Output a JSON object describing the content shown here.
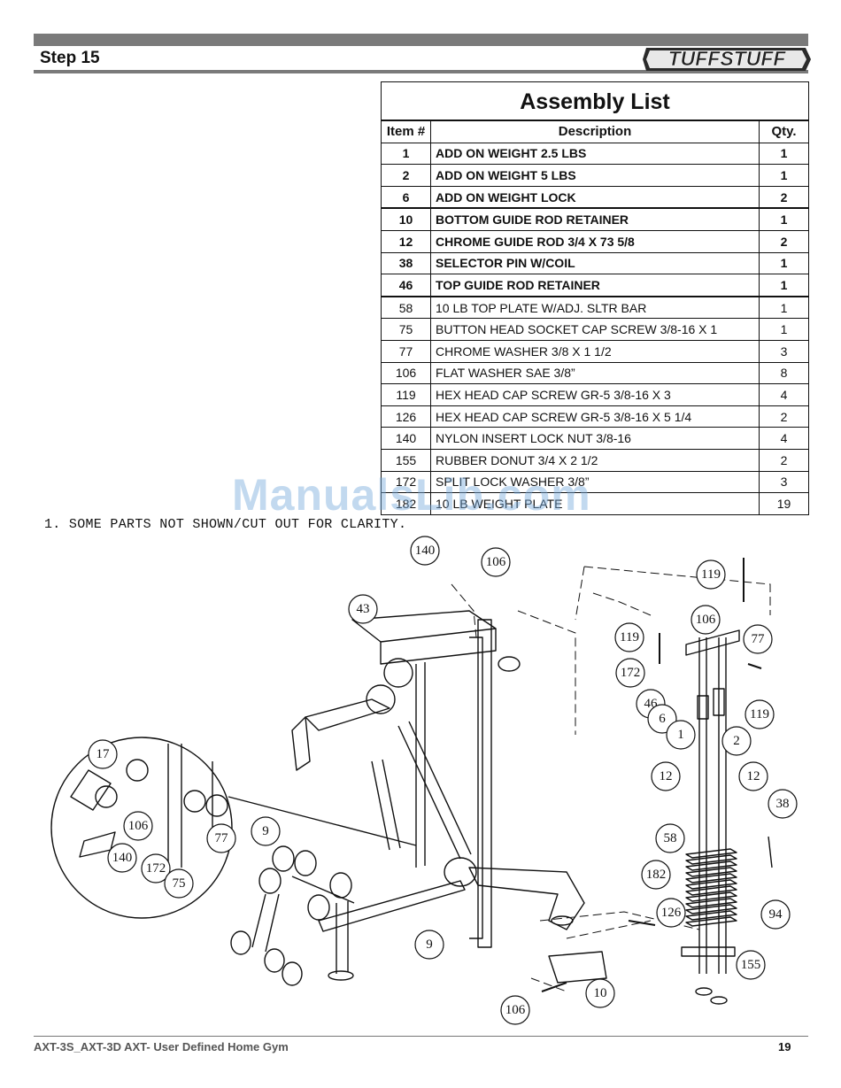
{
  "header": {
    "step": "Step 15",
    "logo_text": "TUFFSTUFF"
  },
  "assembly_list": {
    "title": "Assembly List",
    "columns": [
      "Item #",
      "Description",
      "Qty."
    ],
    "rows": [
      {
        "item": "1",
        "description": "ADD ON WEIGHT 2.5 LBS",
        "qty": "1"
      },
      {
        "item": "2",
        "description": "ADD ON WEIGHT 5 LBS",
        "qty": "1"
      },
      {
        "item": "6",
        "description": "ADD ON WEIGHT LOCK",
        "qty": "2"
      },
      {
        "item": "10",
        "description": "BOTTOM GUIDE ROD RETAINER",
        "qty": "1"
      },
      {
        "item": "12",
        "description": "CHROME GUIDE ROD 3/4 X 73 5/8",
        "qty": "2"
      },
      {
        "item": "38",
        "description": "SELECTOR PIN W/COIL",
        "qty": "1"
      },
      {
        "item": "46",
        "description": "TOP GUIDE ROD RETAINER",
        "qty": "1"
      },
      {
        "item": "58",
        "description": "10 LB TOP PLATE W/ADJ. SLTR BAR",
        "qty": "1"
      },
      {
        "item": "75",
        "description": "BUTTON HEAD SOCKET CAP SCREW 3/8-16 X 1",
        "qty": "1"
      },
      {
        "item": "77",
        "description": "CHROME WASHER 3/8 X 1 1/2",
        "qty": "3"
      },
      {
        "item": "106",
        "description": "FLAT WASHER SAE 3/8”",
        "qty": "8"
      },
      {
        "item": "119",
        "description": "HEX HEAD CAP SCREW GR-5 3/8-16 X 3",
        "qty": "4"
      },
      {
        "item": "126",
        "description": "HEX HEAD CAP SCREW GR-5 3/8-16 X 5 1/4",
        "qty": "2"
      },
      {
        "item": "140",
        "description": "NYLON INSERT LOCK NUT 3/8-16",
        "qty": "4"
      },
      {
        "item": "155",
        "description": "RUBBER DONUT 3/4 X 2 1/2",
        "qty": "2"
      },
      {
        "item": "172",
        "description": "SPLIT LOCK WASHER 3/8”",
        "qty": "3"
      },
      {
        "item": "182",
        "description": "10 LB WEIGHT PLATE",
        "qty": "19"
      }
    ]
  },
  "note": "1. SOME PARTS NOT SHOWN/CUT OUT FOR CLARITY.",
  "watermark": "ManualsLib.com",
  "callouts": [
    "140",
    "106",
    "43",
    "119",
    "106",
    "77",
    "119",
    "172",
    "46",
    "6",
    "1",
    "2",
    "119",
    "12",
    "12",
    "17",
    "106",
    "77",
    "9",
    "140",
    "172",
    "75",
    "38",
    "58",
    "182",
    "94",
    "126",
    "9",
    "155",
    "106",
    "10"
  ],
  "footer": {
    "left": "AXT-3S_AXT-3D   AXT- User Defined Home Gym",
    "page": "19"
  }
}
